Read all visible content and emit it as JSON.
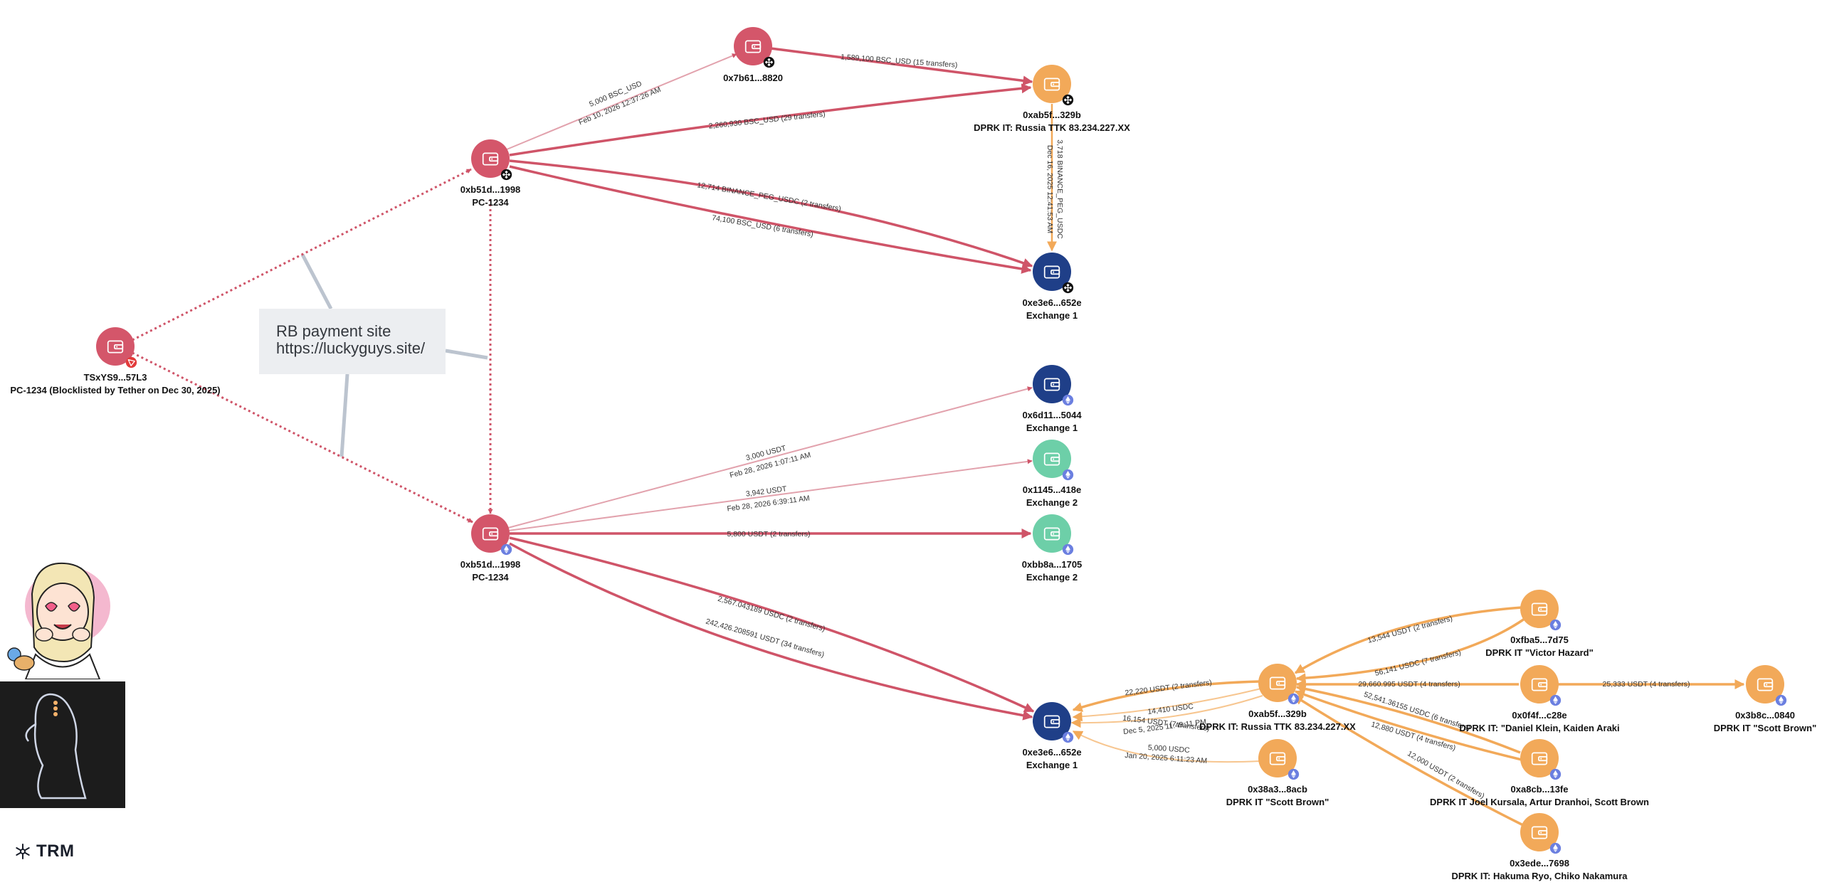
{
  "callout": {
    "line1": "RB payment site",
    "line2": "https://luckyguys.site/"
  },
  "brand": {
    "name": "TRM",
    "icon": "snowflake-icon"
  },
  "colors": {
    "red_node": "#d4566a",
    "orange_node": "#f2a959",
    "navy_node": "#1f3f88",
    "teal_node": "#6dcfa8",
    "red_edge": "#cf5468",
    "orange_edge": "#f2a959",
    "callout_bg": "#eceef1",
    "callout_line": "#bcc4cf"
  },
  "nodes": [
    {
      "id": "tron_origin",
      "color": "red",
      "badge": "tron-badge",
      "labels": [
        "TSxYS9...57L3",
        "PC-1234 (Blocklisted by Tether on Dec 30, 2025)"
      ]
    },
    {
      "id": "pc_bsc",
      "color": "red",
      "badge": "binance-badge",
      "labels": [
        "0xb51d...1998",
        "PC-1234"
      ]
    },
    {
      "id": "pc_eth",
      "color": "red",
      "badge": "ethereum-badge",
      "labels": [
        "0xb51d...1998",
        "PC-1234"
      ]
    },
    {
      "id": "mid_7b61",
      "color": "red",
      "badge": "binance-badge",
      "labels": [
        "0x7b61...8820"
      ]
    },
    {
      "id": "dprk_ab5f_bsc",
      "color": "orange",
      "badge": "binance-badge",
      "labels": [
        "0xab5f...329b",
        "DPRK IT: Russia TTK 83.234.227.XX"
      ]
    },
    {
      "id": "ex1_bsc",
      "color": "navy",
      "badge": "binance-badge",
      "labels": [
        "0xe3e6...652e",
        "Exchange 1"
      ]
    },
    {
      "id": "ex1_6d11",
      "color": "navy",
      "badge": "ethereum-badge",
      "labels": [
        "0x6d11...5044",
        "Exchange 1"
      ]
    },
    {
      "id": "ex2_1145",
      "color": "teal",
      "badge": "ethereum-badge",
      "labels": [
        "0x1145...418e",
        "Exchange 2"
      ]
    },
    {
      "id": "ex2_bb8a",
      "color": "teal",
      "badge": "ethereum-badge",
      "labels": [
        "0xbb8a...1705",
        "Exchange 2"
      ]
    },
    {
      "id": "ex1_eth",
      "color": "navy",
      "badge": "ethereum-badge",
      "labels": [
        "0xe3e6...652e",
        "Exchange 1"
      ]
    },
    {
      "id": "dprk_ab5f_eth",
      "color": "orange",
      "badge": "ethereum-badge",
      "labels": [
        "0xab5f...329b",
        "DPRK IT: Russia TTK 83.234.227.XX"
      ]
    },
    {
      "id": "dprk_38a3",
      "color": "orange",
      "badge": "ethereum-badge",
      "labels": [
        "0x38a3...8acb",
        "DPRK IT \"Scott Brown\""
      ]
    },
    {
      "id": "dprk_fba5",
      "color": "orange",
      "badge": "ethereum-badge",
      "labels": [
        "0xfba5...7d75",
        "DPRK IT \"Victor Hazard\""
      ]
    },
    {
      "id": "dprk_0f4f",
      "color": "orange",
      "badge": "ethereum-badge",
      "labels": [
        "0x0f4f...c28e",
        "DPRK IT: \"Daniel Klein, Kaiden Araki"
      ]
    },
    {
      "id": "dprk_3b8c",
      "color": "orange",
      "badge": "ethereum-badge",
      "labels": [
        "0x3b8c...0840",
        "DPRK IT \"Scott Brown\""
      ]
    },
    {
      "id": "dprk_a8cb",
      "color": "orange",
      "badge": "ethereum-badge",
      "labels": [
        "0xa8cb...13fe",
        "DPRK IT Joel Kursala, Artur Dranhoi, Scott Brown"
      ]
    },
    {
      "id": "dprk_3ede",
      "color": "orange",
      "badge": "ethereum-badge",
      "labels": [
        "0x3ede...7698",
        "DPRK IT: Hakuma Ryo, Chiko Nakamura"
      ]
    }
  ],
  "edges": [
    {
      "from": "tron_origin",
      "to": "pc_bsc",
      "style": "dotted",
      "color": "red",
      "labels": []
    },
    {
      "from": "tron_origin",
      "to": "pc_eth",
      "style": "dotted",
      "color": "red",
      "labels": []
    },
    {
      "from": "pc_bsc",
      "to": "pc_eth",
      "style": "dotted",
      "color": "red",
      "labels": []
    },
    {
      "from": "pc_bsc",
      "to": "mid_7b61",
      "style": "solid",
      "color": "red",
      "weight": "thin",
      "labels": [
        "5,000 BSC_USD",
        "Feb 10, 2026 12:37:26 AM"
      ]
    },
    {
      "from": "mid_7b61",
      "to": "dprk_ab5f_bsc",
      "style": "solid",
      "color": "red",
      "weight": "normal",
      "labels": [
        "1,589,100 BSC_USD (15 transfers)"
      ]
    },
    {
      "from": "pc_bsc",
      "to": "dprk_ab5f_bsc",
      "style": "solid",
      "color": "red",
      "weight": "normal",
      "labels": [
        "2,260,930 BSC_USD (29 transfers)"
      ]
    },
    {
      "from": "pc_bsc",
      "to": "ex1_bsc",
      "style": "solid",
      "color": "red",
      "weight": "normal",
      "labels": [
        "12,714 BINANCE_PEG_USDC (2 transfers)"
      ]
    },
    {
      "from": "pc_bsc",
      "to": "ex1_bsc",
      "style": "solid",
      "color": "red",
      "weight": "normal",
      "labels": [
        "74,100 BSC_USD (6 transfers)"
      ]
    },
    {
      "from": "dprk_ab5f_bsc",
      "to": "ex1_bsc",
      "style": "solid",
      "color": "orange",
      "weight": "thin",
      "labels": [
        "3,718 BINANCE_PEG_USDC",
        "Dec 16, 2025 12:41:53 AM"
      ]
    },
    {
      "from": "pc_eth",
      "to": "ex1_6d11",
      "style": "solid",
      "color": "red",
      "weight": "thin",
      "labels": [
        "3,000 USDT",
        "Feb 28, 2026 1:07:11 AM"
      ]
    },
    {
      "from": "pc_eth",
      "to": "ex2_1145",
      "style": "solid",
      "color": "red",
      "weight": "thin",
      "labels": [
        "3,942 USDT",
        "Feb 28, 2026 6:39:11 AM"
      ]
    },
    {
      "from": "pc_eth",
      "to": "ex2_bb8a",
      "style": "solid",
      "color": "red",
      "weight": "normal",
      "labels": [
        "5,800 USDT (2 transfers)"
      ]
    },
    {
      "from": "pc_eth",
      "to": "ex1_eth",
      "style": "solid",
      "color": "red",
      "weight": "normal",
      "labels": [
        "2,567.043189 USDC (2 transfers)"
      ]
    },
    {
      "from": "pc_eth",
      "to": "ex1_eth",
      "style": "solid",
      "color": "red",
      "weight": "normal",
      "labels": [
        "242,426.208591 USDT (34 transfers)"
      ]
    },
    {
      "from": "dprk_ab5f_eth",
      "to": "ex1_eth",
      "style": "solid",
      "color": "orange",
      "weight": "normal",
      "labels": [
        "22,220 USDT (2 transfers)"
      ]
    },
    {
      "from": "dprk_ab5f_eth",
      "to": "ex1_eth",
      "style": "solid",
      "color": "orange",
      "weight": "thin",
      "labels": [
        "14,410 USDC",
        "Dec 5, 2025 11:49:11 PM"
      ]
    },
    {
      "from": "dprk_ab5f_eth",
      "to": "ex1_eth",
      "style": "solid",
      "color": "orange",
      "weight": "thin",
      "labels": [
        "16,154 USDT (7 transfers)"
      ]
    },
    {
      "from": "dprk_38a3",
      "to": "ex1_eth",
      "style": "solid",
      "color": "orange",
      "weight": "thin",
      "labels": [
        "5,000 USDC",
        "Jan 20, 2025 6:11:23 AM"
      ]
    },
    {
      "from": "dprk_fba5",
      "to": "dprk_ab5f_eth",
      "style": "solid",
      "color": "orange",
      "weight": "normal",
      "labels": [
        "13,544 USDT (2 transfers)"
      ]
    },
    {
      "from": "dprk_fba5",
      "to": "dprk_ab5f_eth",
      "style": "solid",
      "color": "orange",
      "weight": "normal",
      "labels": [
        "56,141 USDC (7 transfers)"
      ]
    },
    {
      "from": "dprk_0f4f",
      "to": "dprk_ab5f_eth",
      "style": "solid",
      "color": "orange",
      "weight": "normal",
      "labels": [
        "29,660.995 USDT (4 transfers)"
      ]
    },
    {
      "from": "dprk_0f4f",
      "to": "dprk_3b8c",
      "style": "solid",
      "color": "orange",
      "weight": "normal",
      "labels": [
        "25,333 USDT (4 transfers)"
      ]
    },
    {
      "from": "dprk_a8cb",
      "to": "dprk_ab5f_eth",
      "style": "solid",
      "color": "orange",
      "weight": "normal",
      "labels": [
        "52,541.36155 USDC (6 transfers)"
      ]
    },
    {
      "from": "dprk_a8cb",
      "to": "dprk_ab5f_eth",
      "style": "solid",
      "color": "orange",
      "weight": "normal",
      "labels": [
        "12,880 USDT (4 transfers)"
      ]
    },
    {
      "from": "dprk_3ede",
      "to": "dprk_ab5f_eth",
      "style": "solid",
      "color": "orange",
      "weight": "normal",
      "labels": [
        "12,000 USDT (2 transfers)"
      ]
    }
  ]
}
